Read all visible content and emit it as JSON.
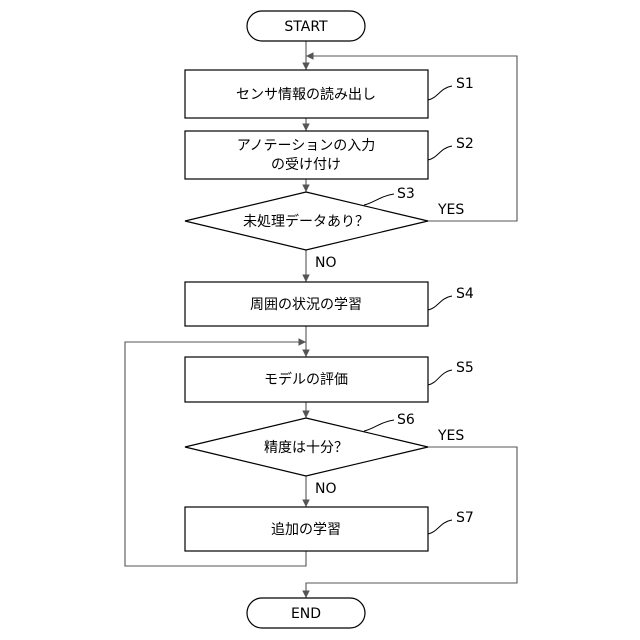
{
  "flowchart": {
    "start_label": "START",
    "end_label": "END",
    "steps": [
      {
        "id": "S1",
        "lines": [
          "センサ情報の読み出し"
        ]
      },
      {
        "id": "S2",
        "lines": [
          "アノテーションの入力",
          "の受け付け"
        ]
      },
      {
        "id": "S3",
        "lines": [
          "未処理データあり？"
        ]
      },
      {
        "id": "S4",
        "lines": [
          "周囲の状況の学習"
        ]
      },
      {
        "id": "S5",
        "lines": [
          "モデルの評価"
        ]
      },
      {
        "id": "S6",
        "lines": [
          "精度は十分？"
        ]
      },
      {
        "id": "S7",
        "lines": [
          "追加の学習"
        ]
      }
    ],
    "branch_labels": {
      "s3_yes": "YES",
      "s3_no": "NO",
      "s6_yes": "YES",
      "s6_no": "NO"
    }
  },
  "colors": {
    "stroke": "#000000",
    "line": "#555555",
    "background": "#ffffff"
  }
}
